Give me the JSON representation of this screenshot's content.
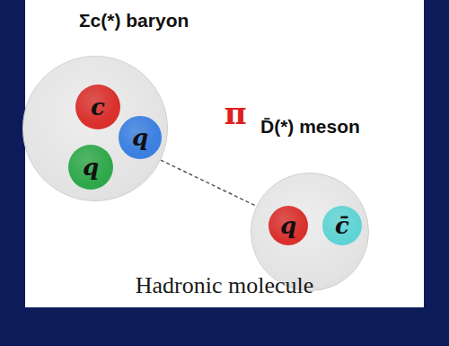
{
  "diagram": {
    "caption": "Hadronic molecule",
    "nodes": [
      {
        "text": [
          "Σc(*) baryon"
        ]
      },
      {
        "text": [
          "c"
        ],
        "in": 0
      },
      {
        "text": [
          "q"
        ],
        "in": 0
      },
      {
        "text": [
          "q"
        ],
        "in": 0
      },
      {
        "text": [
          "D̄(*) meson"
        ]
      },
      {
        "text": [
          "q"
        ],
        "in": 4
      },
      {
        "text": [
          "c̄"
        ],
        "in": 4
      }
    ],
    "edges": [
      {
        "from": 0,
        "to": 4,
        "arrow": "none",
        "label": "π"
      }
    ]
  }
}
